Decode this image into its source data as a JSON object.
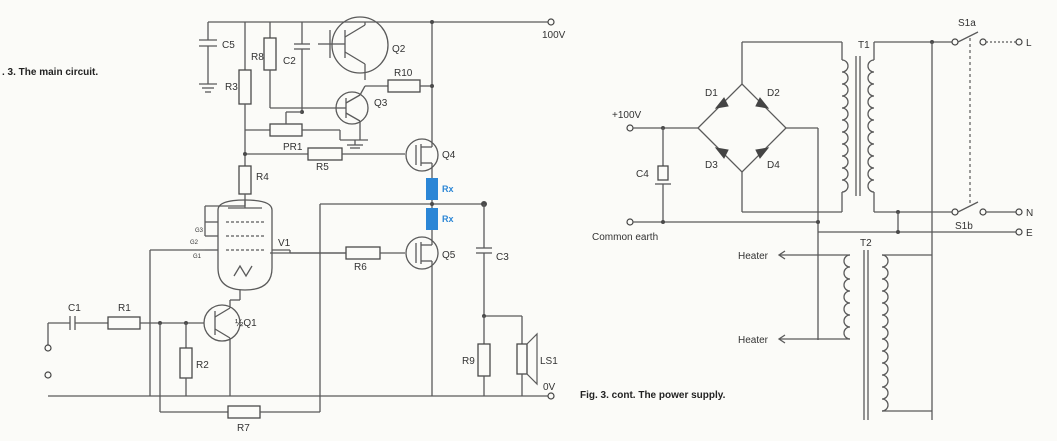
{
  "figure_main": {
    "caption": ". 3. The main circuit.",
    "components": {
      "c1": "C1",
      "r1": "R1",
      "r2": "R2",
      "q1": "½Q1",
      "r7": "R7",
      "v1": "V1",
      "r4": "R4",
      "r3": "R3",
      "r8": "R8",
      "c5": "C5",
      "c2": "C2",
      "q2": "Q2",
      "r10": "R10",
      "q3": "Q3",
      "pr1": "PR1",
      "r5": "R5",
      "q4": "Q4",
      "rx_upper": "Rx",
      "rx_lower": "Rx",
      "r6": "R6",
      "q5": "Q5",
      "c3": "C3",
      "r9": "R9",
      "ls1": "LS1"
    },
    "rails": {
      "top": "100V",
      "bottom": "0V"
    },
    "pins": {
      "g3": "G3",
      "g2": "G2",
      "g1": "G1"
    },
    "rx_color": "#2b86d6"
  },
  "figure_power": {
    "caption": "Fig. 3. cont. The power supply.",
    "labels": {
      "plus100v": "+100V",
      "common_earth": "Common earth",
      "c4": "C4",
      "d1": "D1",
      "d2": "D2",
      "d3": "D3",
      "d4": "D4",
      "t1": "T1",
      "t2": "T2",
      "s1a": "S1a",
      "s1b": "S1b",
      "l": "L",
      "n": "N",
      "e": "E",
      "heater_top": "Heater",
      "heater_bottom": "Heater"
    }
  }
}
